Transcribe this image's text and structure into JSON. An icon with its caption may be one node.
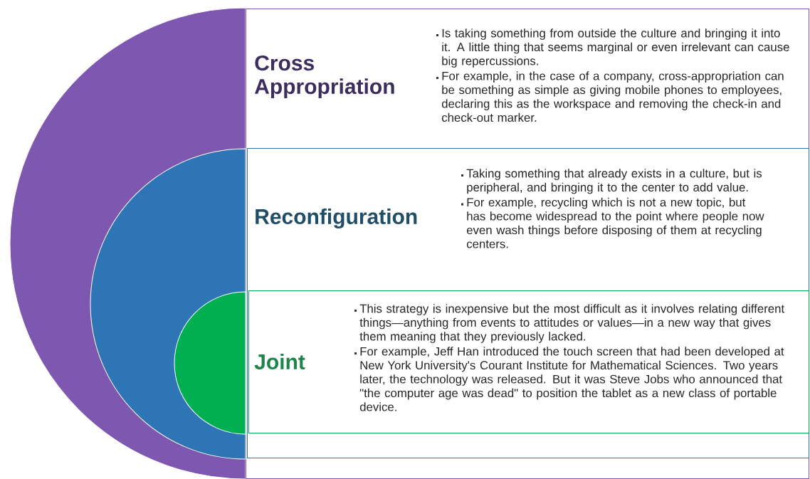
{
  "diagram": {
    "nodes": [
      {
        "text": [
          "Cross Appropriation",
          "Is taking something from outside the culture and bringing it into it. A little thing that seems marginal or even irrelevant can cause big repercussions.",
          "For example, in the case of a company, cross-appropriation can be something as simple as giving mobile phones to employees, declaring this as the workspace and removing the check-in and check-out marker."
        ]
      },
      {
        "text": [
          "Reconfiguration",
          "Taking something that already exists in a culture, but is peripheral, and bringing it to the center to add value.",
          "For example, recycling which is not a new topic, but has become widespread to the point where people now even wash things before disposing of them at recycling centers."
        ],
        "in": 0
      },
      {
        "text": [
          "Joint",
          "This strategy is inexpensive but the most difficult as it involves relating different things—anything from events to attitudes or values—in a new way that gives them meaning that they previously lacked.",
          "For example, Jeff Han introduced the touch screen that had been developed at New York University's Courant Institute for Mathematical Sciences. Two years later, the technology was released. But it was Steve Jobs who announced that \"the computer age was dead\" to position the tablet as a new class of portable device."
        ],
        "in": 1
      }
    ]
  }
}
